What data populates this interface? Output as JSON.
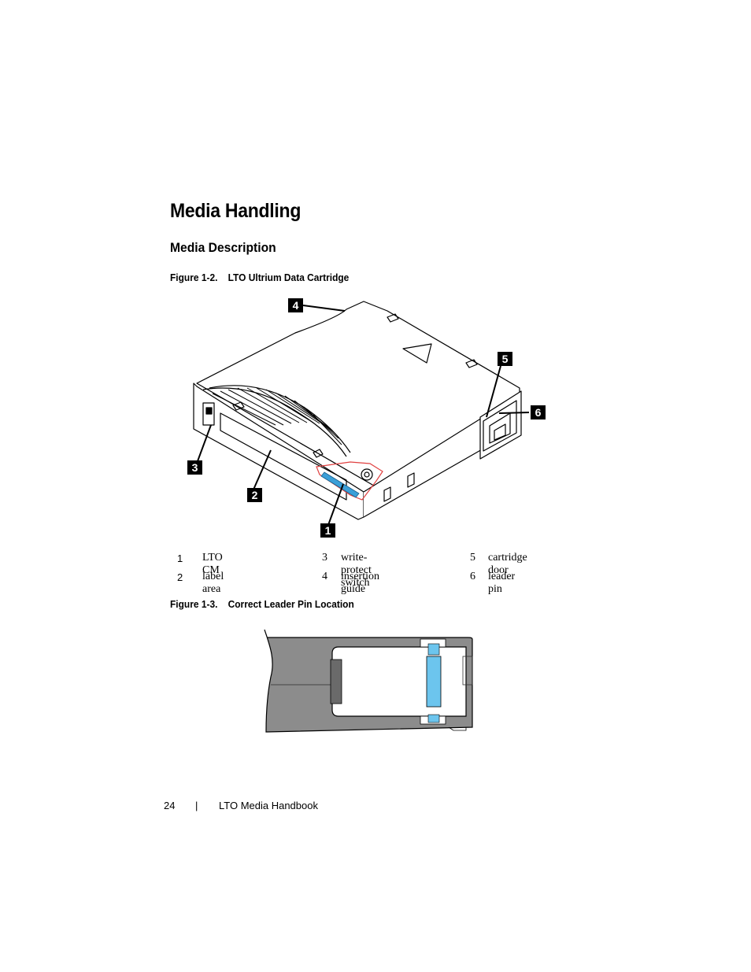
{
  "heading": "Media Handling",
  "subheading": "Media Description",
  "figure1": {
    "number": "Figure 1-2.",
    "title": "LTO Ultrium Data Cartridge",
    "callouts": [
      "1",
      "2",
      "3",
      "4",
      "5",
      "6"
    ]
  },
  "legend": [
    {
      "num": "1",
      "label": "LTO CM"
    },
    {
      "num": "2",
      "label": "label area"
    },
    {
      "num": "3",
      "label": "write-protect switch"
    },
    {
      "num": "4",
      "label": "insertion guide"
    },
    {
      "num": "5",
      "label": "cartridge door"
    },
    {
      "num": "6",
      "label": "leader pin"
    }
  ],
  "figure2": {
    "number": "Figure 1-3.",
    "title": "Correct Leader Pin Location"
  },
  "footer": {
    "page_number": "24",
    "separator": "|",
    "book_title": "LTO Media Handbook"
  },
  "colors": {
    "cm_blue": "#3b9fd8",
    "pin_blue": "#6cc5ee",
    "guide_red": "#e04040",
    "cartridge_gray": "#8c8c8c"
  }
}
